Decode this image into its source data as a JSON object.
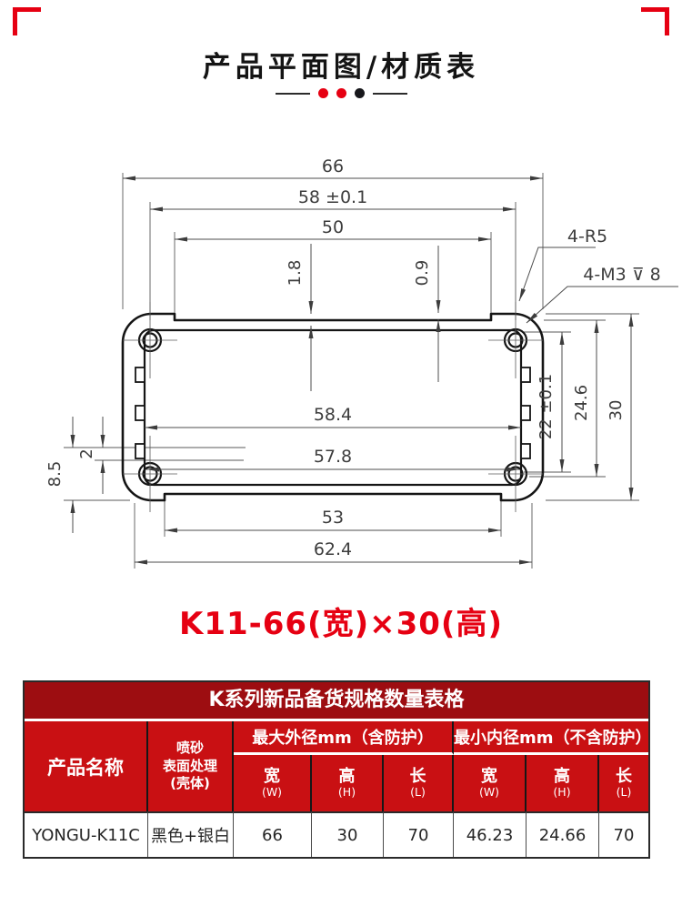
{
  "accent": {
    "red": "#e60012",
    "dark_dot": "#17171b",
    "table_title_bg": "#9d0d11",
    "table_header_bg": "#c91013"
  },
  "header": {
    "title": "产品平面图/材质表"
  },
  "drawing": {
    "dim_labels": {
      "overall_width": "66",
      "hole_pitch": "58 ±0.1",
      "groove_width": "50",
      "wall_18": "1.8",
      "wall_09": "0.9",
      "corner_radius": "4-R5",
      "tapped_hole": "4-M3 ⊽ 8",
      "inner_width_584": "58.4",
      "inner_width_578": "57.8",
      "inner_height_22": "22 ±0.1",
      "inner_height_246": "24.6",
      "overall_height": "30",
      "left_85": "8.5",
      "left_2": "2",
      "bottom_53": "53",
      "bottom_624": "62.4"
    }
  },
  "caption": {
    "text": "K11-66(宽)×30(高)"
  },
  "table": {
    "title": "K系列新品备货规格数量表格",
    "product_header": "产品名称",
    "surface_lines": [
      "喷砂",
      "表面处理",
      "(壳体)"
    ],
    "group_max": "最大外径mm（含防护）",
    "group_min": "最小内径mm（不含防护）",
    "sub_headers": [
      {
        "cn": "宽",
        "en": "(W)"
      },
      {
        "cn": "高",
        "en": "(H)"
      },
      {
        "cn": "长",
        "en": "(L)"
      },
      {
        "cn": "宽",
        "en": "(W)"
      },
      {
        "cn": "高",
        "en": "(H)"
      },
      {
        "cn": "长",
        "en": "(L)"
      }
    ],
    "row": {
      "product": "YONGU-K11C",
      "surface": "黑色+银白",
      "max": [
        "66",
        "30",
        "70"
      ],
      "min": [
        "46.23",
        "24.66",
        "70"
      ]
    }
  }
}
